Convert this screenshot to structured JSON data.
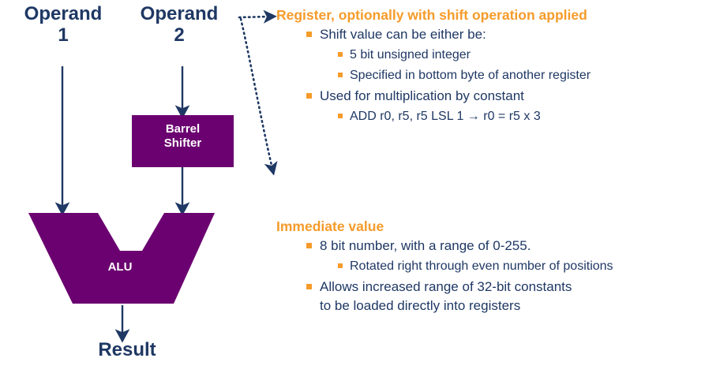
{
  "diagram": {
    "operand1": {
      "line1": "Operand",
      "line2": "1"
    },
    "operand2": {
      "line1": "Operand",
      "line2": "2"
    },
    "barrel_shifter": {
      "line1": "Barrel",
      "line2": "Shifter"
    },
    "alu": "ALU",
    "result": "Result"
  },
  "colors": {
    "purple": "#6B0070",
    "navy": "#1F3864",
    "orange": "#F59B2A",
    "white": "#FFFFFF",
    "background": "#FFFFFF"
  },
  "register_block": {
    "heading": "Register, optionally with shift operation applied",
    "bullets": [
      {
        "level": 1,
        "text": "Shift value can be either be:"
      },
      {
        "level": 2,
        "text": "5 bit unsigned integer"
      },
      {
        "level": 2,
        "text": "Specified in bottom byte of another register"
      },
      {
        "level": 1,
        "text": "Used for multiplication by constant"
      },
      {
        "level": 2,
        "text": "ADD r0, r5, r5 LSL 1   →   r0 = r5 x 3"
      }
    ]
  },
  "immediate_block": {
    "heading": "Immediate value",
    "bullets": [
      {
        "level": 1,
        "text": "8 bit number, with a range of 0-255."
      },
      {
        "level": 2,
        "text": "Rotated right through even number of positions"
      },
      {
        "level": 1,
        "text": "Allows increased range of 32-bit constants to be loaded directly into registers"
      }
    ]
  },
  "connectors": {
    "operand1_arrow": "vertical-arrow-down",
    "operand2_arrow": "vertical-arrow-down",
    "shifter_out_arrow": "vertical-arrow-down",
    "result_arrow": "vertical-arrow-down",
    "callout": "dotted-arrow-callout"
  }
}
